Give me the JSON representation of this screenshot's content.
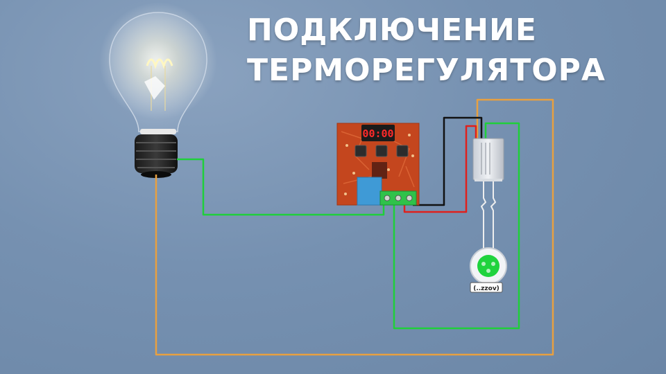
{
  "title": {
    "line1": "ПОДКЛЮЧЕНИЕ",
    "line2": "ТЕРМОРЕГУЛЯТОРА"
  },
  "thermostat": {
    "display": "00:00"
  },
  "sensor": {
    "label": "(..zzov)"
  },
  "colors": {
    "background": "#7691b1",
    "wire_green": "#1fcf3a",
    "wire_orange": "#e8a040",
    "wire_red": "#e0201c",
    "wire_black": "#111111",
    "board": "#c4461e",
    "display_digits": "#ff2a2a"
  }
}
